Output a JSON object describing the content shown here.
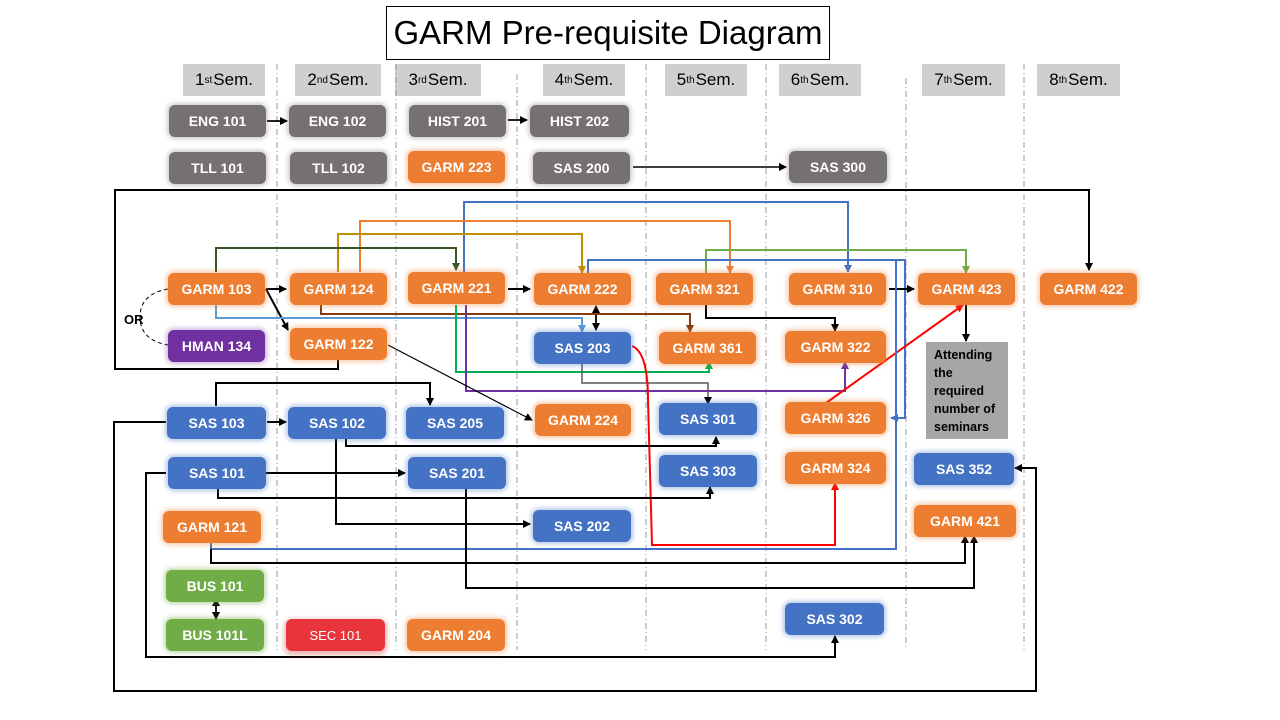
{
  "title": "GARM Pre-requisite Diagram",
  "semesters": [
    {
      "num": "1",
      "sup": "st",
      "label": "Sem."
    },
    {
      "num": "2",
      "sup": "nd",
      "label": "Sem."
    },
    {
      "num": "3",
      "sup": "rd",
      "label": "Sem."
    },
    {
      "num": "4",
      "sup": "th",
      "label": "Sem."
    },
    {
      "num": "5",
      "sup": "th",
      "label": "Sem."
    },
    {
      "num": "6",
      "sup": "th",
      "label": "Sem."
    },
    {
      "num": "7",
      "sup": "th",
      "label": "Sem."
    },
    {
      "num": "8",
      "sup": "th",
      "label": "Sem."
    }
  ],
  "colors": {
    "general": "#767171",
    "garm": "#ed7d31",
    "sas": "#4472c4",
    "hman": "#7030a0",
    "bus": "#70ad47",
    "sec": "#e8353b",
    "note": "#a6a6a6"
  },
  "courses": {
    "eng101": "ENG 101",
    "eng102": "ENG 102",
    "hist201": "HIST 201",
    "hist202": "HIST 202",
    "tll101": "TLL 101",
    "tll102": "TLL 102",
    "garm223": "GARM 223",
    "sas200": "SAS 200",
    "sas300": "SAS 300",
    "garm103": "GARM 103",
    "garm124": "GARM 124",
    "garm221": "GARM 221",
    "garm222": "GARM 222",
    "garm321": "GARM 321",
    "garm310": "GARM 310",
    "garm423": "GARM 423",
    "garm422": "GARM 422",
    "hman134": "HMAN 134",
    "garm122": "GARM 122",
    "sas203": "SAS 203",
    "garm361": "GARM 361",
    "garm322": "GARM 322",
    "sas103": "SAS 103",
    "sas102": "SAS 102",
    "sas205": "SAS 205",
    "garm224": "GARM 224",
    "sas301": "SAS 301",
    "garm326": "GARM 326",
    "sas101": "SAS 101",
    "sas201": "SAS 201",
    "sas303": "SAS 303",
    "garm324": "GARM 324",
    "sas352": "SAS 352",
    "garm121": "GARM 121",
    "sas202": "SAS 202",
    "garm421": "GARM 421",
    "bus101": "BUS 101",
    "bus101l": "BUS 101L",
    "sec101": "SEC 101",
    "garm204": "GARM 204",
    "sas302": "SAS 302"
  },
  "or_label": "OR",
  "seminar_note": "Attending the required number of seminars",
  "prerequisites": [
    [
      "ENG 101",
      "ENG 102"
    ],
    [
      "HIST 201",
      "HIST 202"
    ],
    [
      "SAS 200",
      "SAS 300"
    ],
    [
      "GARM 103",
      "GARM 124"
    ],
    [
      "GARM 103",
      "GARM 122"
    ],
    [
      "GARM 103",
      "GARM 221"
    ],
    [
      "GARM 103",
      "SAS 203"
    ],
    [
      "GARM 124",
      "GARM 222"
    ],
    [
      "GARM 124",
      "GARM 321"
    ],
    [
      "GARM 124",
      "GARM 361"
    ],
    [
      "GARM 221",
      "GARM 222"
    ],
    [
      "GARM 221",
      "GARM 310"
    ],
    [
      "GARM 221",
      "GARM 361"
    ],
    [
      "GARM 221",
      "GARM 322"
    ],
    [
      "GARM 222",
      "SAS 203"
    ],
    [
      "GARM 222",
      "GARM 326"
    ],
    [
      "GARM 321",
      "GARM 423"
    ],
    [
      "GARM 321",
      "GARM 322"
    ],
    [
      "GARM 310",
      "GARM 423"
    ],
    [
      "GARM 423",
      "Attending the required number of seminars"
    ],
    [
      "GARM 326",
      "GARM 423"
    ],
    [
      "GARM 122",
      "GARM 224"
    ],
    [
      "GARM 122",
      "GARM 422"
    ],
    [
      "SAS 203",
      "SAS 301"
    ],
    [
      "SAS 203",
      "GARM 324"
    ],
    [
      "SAS 103",
      "SAS 102"
    ],
    [
      "SAS 103",
      "SAS 205"
    ],
    [
      "SAS 103",
      "SAS 352"
    ],
    [
      "SAS 102",
      "SAS 301"
    ],
    [
      "SAS 102",
      "SAS 202"
    ],
    [
      "SAS 101",
      "SAS 201"
    ],
    [
      "SAS 101",
      "SAS 303"
    ],
    [
      "SAS 101",
      "SAS 302"
    ],
    [
      "SAS 201",
      "GARM 421"
    ],
    [
      "GARM 121",
      "GARM 421"
    ],
    [
      "GARM 121",
      "GARM 326"
    ],
    [
      "BUS 101",
      "BUS 101L"
    ]
  ]
}
